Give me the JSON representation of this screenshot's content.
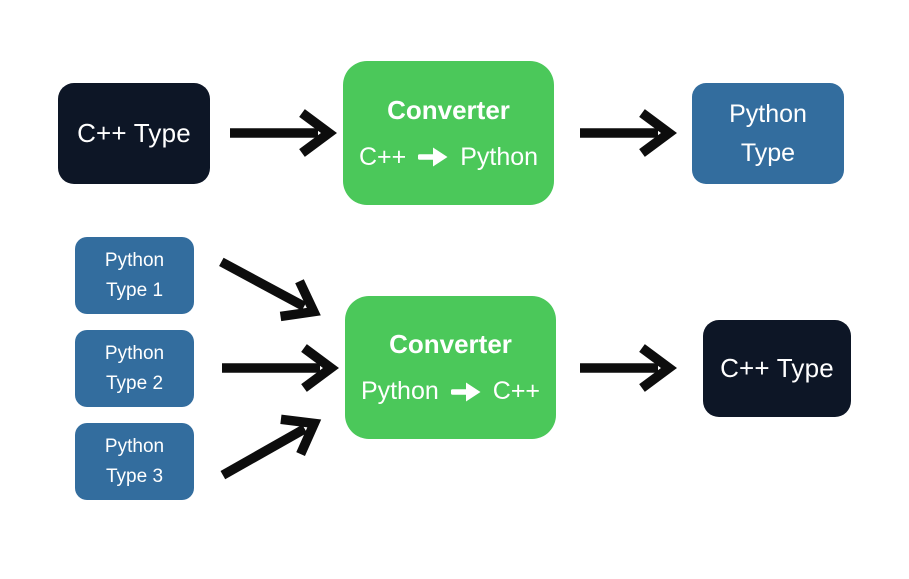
{
  "diagram": {
    "background": "#ffffff",
    "colors": {
      "cpp_node_bg": "#0d1626",
      "converter_node_bg": "#4bc85a",
      "python_node_bg": "#336d9e",
      "arrow_color": "#0d0d0d",
      "node_text": "#ffffff"
    },
    "top": {
      "cpp": {
        "label": "C++ Type"
      },
      "converter": {
        "title": "Converter",
        "from": "C++",
        "to": "Python",
        "arrow_icon": "bold-right-arrow"
      },
      "python": {
        "line1": "Python",
        "line2": "Type"
      }
    },
    "bottom": {
      "inputs": [
        {
          "line1": "Python",
          "line2": "Type 1"
        },
        {
          "line1": "Python",
          "line2": "Type 2"
        },
        {
          "line1": "Python",
          "line2": "Type 3"
        }
      ],
      "converter": {
        "title": "Converter",
        "from": "Python",
        "to": "C++",
        "arrow_icon": "bold-right-arrow"
      },
      "cpp": {
        "label": "C++ Type"
      }
    },
    "edges": [
      {
        "from": "cpp-type",
        "to": "converter-cpp-to-python"
      },
      {
        "from": "converter-cpp-to-python",
        "to": "python-type"
      },
      {
        "from": "python-type-1",
        "to": "converter-python-to-cpp"
      },
      {
        "from": "python-type-2",
        "to": "converter-python-to-cpp"
      },
      {
        "from": "python-type-3",
        "to": "converter-python-to-cpp"
      },
      {
        "from": "converter-python-to-cpp",
        "to": "cpp-type"
      }
    ]
  }
}
